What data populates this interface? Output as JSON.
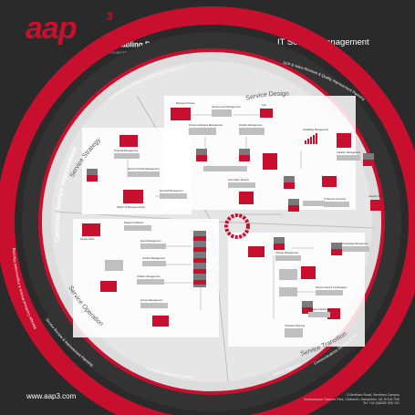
{
  "brand": {
    "logo": "aap",
    "logo_sup": "3",
    "tagline": "…Enabling Business!",
    "tagline_mark": "™",
    "subtag": "At Acutel People, Process, Productivity"
  },
  "title": "IT Service Management",
  "ring_labels": {
    "outer_top": "Provide Service & Maturity Reporting (Compliance)",
    "outer_top_right": "SCP & Value Reviews & Quality Improvement Planning",
    "outer_left": "Continual Service Improvement",
    "outer_left_lower": "Manage Continual Review & Improvement Planning",
    "outer_bottom_left": "Service Review & Improvement Planning",
    "outer_bottom_mid": "Customer Satisfaction Survey",
    "outer_bottom_right": "Service Reporting",
    "outer_bottom_right2": "Communications Strategy & Plan",
    "inner_design": "Service Design",
    "inner_strategy": "Service Strategy",
    "inner_operation": "Service Operation",
    "inner_transition": "Service Transition"
  },
  "nodes": {
    "strategy": [
      "Financial Management",
      "Service Portfolio Management",
      "Demand Management",
      "Pattern of Business Activity"
    ],
    "design": [
      "Business Process",
      "Service Level Management",
      "SLA",
      "Service Catalogue Management",
      "Supplier Management",
      "Capacity Management",
      "Availability Management",
      "IT Service Continuity",
      "Information Security",
      "Capacity Plan"
    ],
    "operation": [
      "Request Fulfilment",
      "Event Management",
      "Incident Management",
      "Problem Management",
      "Access Management",
      "Service Desk"
    ],
    "transition": [
      "Change Management",
      "Release & Deployment",
      "Service Asset & Configuration",
      "Knowledge Management",
      "Transition Planning"
    ]
  },
  "contact": {
    "website": "www.aap3.com",
    "address_1": "3 Bentham Road, Bentham Campus",
    "address_2": "Southampton Science Park, Chilworth, Hampshire, UK SO16 7NS",
    "phone": "Tel: +44 (0)8452 300 101"
  },
  "colors": {
    "background": "#2a2a2a",
    "accent": "#c8102e",
    "inner_disc": "#dcdcdc",
    "panel": "#ffffff",
    "node_gray": "#7a7a7a"
  }
}
